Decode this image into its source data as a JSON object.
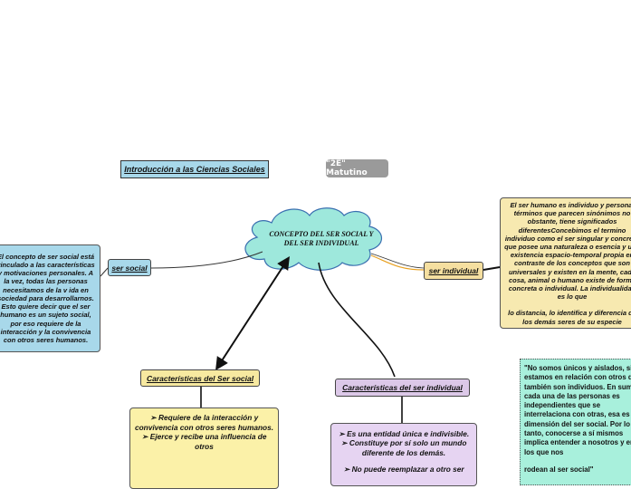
{
  "title": "Introducción a las Ciencias Sociales",
  "badge": "\"2E\" Matutino",
  "central": "CONCEPTO DEL SER SOCIAL Y DEL SER INDIVIDUAL",
  "ser_social": {
    "label": "ser social",
    "text": "El concepto de ser social está vinculado a las características y motivaciones personales. A la vez, todas las personas necesitamos de la v ida en sociedad para desarrollarnos. Esto quiere decir que el ser humano es un sujeto social, por eso requiere de la interacción y la convivencia con otros seres humanos."
  },
  "ser_individual": {
    "label": "ser individual",
    "text_lines": [
      "El ser humano es individuo y persona, términos que parecen sinónimos no obstante, tiene significados diferentesConcebimos el termino individuo como el ser singular y concreto que posee una naturaleza o esencia y una existencia espacio-temporal propia en contraste de los conceptos que son universales y existen en la mente, cada cosa, animal o humano existe de forma concreta o individual. La individualidad es lo que",
      "lo distancia, lo identifica y diferencia de los demás seres de su especie"
    ]
  },
  "quote": {
    "lines": [
      "\"No somos únicos y aislados, sino estamos en relación con otros que también son individuos. En suma, cada una de las personas es independientes que se interrelaciona con otras, esa es la dimensión del ser social. Por lo tanto, conocerse a sí mismos implica entender a nosotros y en los que nos",
      "rodean al ser social\""
    ]
  },
  "car_social": {
    "label": "Características del Ser social",
    "items": [
      "➢ Requiere de la interacción y convivencia con otros seres humanos.",
      "➢ Ejerce y recibe una influencia de otros"
    ]
  },
  "car_individual": {
    "label": "Características del ser individual",
    "items": [
      "➢ Es una entidad única e indivisible.",
      "➢ Constituye por sí solo un mundo diferente de los demás.",
      "➢ No puede reemplazar a otro ser"
    ]
  }
}
